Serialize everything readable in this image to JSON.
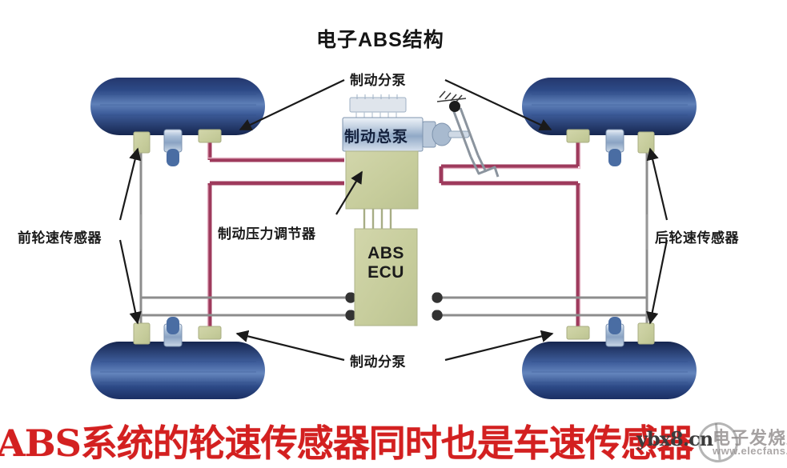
{
  "figure": {
    "title": "电子ABS结构",
    "caption": "ABS系统的轮速传感器同时也是车速传感器"
  },
  "labels": {
    "top_wheel_cylinder": "制动分泵",
    "bottom_wheel_cylinder": "制动分泵",
    "master_cylinder": "制动总泵",
    "pressure_regulator": "制动压力调节器",
    "front_wheel_speed_sensor": "前轮速传感器",
    "rear_wheel_speed_sensor": "后轮速传感器",
    "ecu_line1": "ABS",
    "ecu_line2": "ECU"
  },
  "watermarks": {
    "site": "ybx8.cn",
    "brand": "电子发烧友",
    "url": "www.elecfans.com"
  },
  "colors": {
    "tire_dark": "#1b2f63",
    "tire_light": "#6f8fc4",
    "brake_line": "#9e3a5c",
    "signal_wire": "#8d8d8d",
    "module_khaki": "#c9ceA0",
    "sensor_khaki": "#cfd3a8",
    "cylinder_blue": "#8fa8c8",
    "caption_red": "#d32020",
    "title_black": "#151515"
  },
  "chart_data": {
    "type": "diagram",
    "title": "电子ABS结构",
    "components": [
      {
        "name": "前轮速传感器",
        "role": "front wheel speed sensor",
        "count": 2
      },
      {
        "name": "后轮速传感器",
        "role": "rear wheel speed sensor",
        "count": 2
      },
      {
        "name": "制动分泵",
        "role": "wheel brake cylinder",
        "count": 4
      },
      {
        "name": "制动总泵",
        "role": "brake master cylinder",
        "count": 1
      },
      {
        "name": "制动压力调节器",
        "role": "brake pressure regulator",
        "count": 1
      },
      {
        "name": "ABS ECU",
        "role": "electronic control unit",
        "count": 1
      }
    ],
    "connections": [
      {
        "from": "制动总泵",
        "to": "制动压力调节器",
        "type": "brake-line"
      },
      {
        "from": "制动压力调节器",
        "to": "制动分泵",
        "type": "brake-line"
      },
      {
        "from": "制动压力调节器",
        "to": "ABS ECU",
        "type": "control"
      },
      {
        "from": "前轮速传感器",
        "to": "ABS ECU",
        "type": "signal"
      },
      {
        "from": "后轮速传感器",
        "to": "ABS ECU",
        "type": "signal"
      }
    ]
  }
}
